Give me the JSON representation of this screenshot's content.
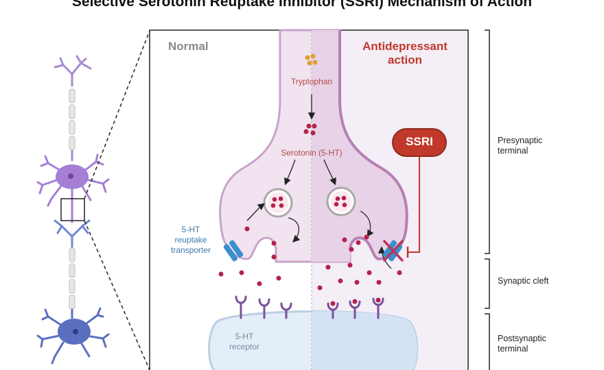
{
  "title": "Selective Serotonin Reuptake Inhibitor (SSRI) Mechanism of Action",
  "panels": {
    "normal": "Normal",
    "antidepressant": "Antidepressant action"
  },
  "labels": {
    "tryptophan": "Tryptophan",
    "serotonin": "Serotonin (5-HT)",
    "ssri": "SSRI",
    "transporter": "5-HT reuptake transporter",
    "receptor": "5-HT receptor"
  },
  "regions": {
    "presynaptic": "Presynaptic terminal",
    "cleft": "Synaptic cleft",
    "postsynaptic": "Postsynaptic terminal"
  },
  "colors": {
    "serotonin": "#b5214a",
    "tryptophan": "#e0a030",
    "neuron_purple": "#9b72c8",
    "neuron_blue": "#5b6fc0",
    "ssri_red": "#c0392b",
    "transporter_blue": "#3a8fd0",
    "receptor_purple": "#7a4f9a"
  }
}
